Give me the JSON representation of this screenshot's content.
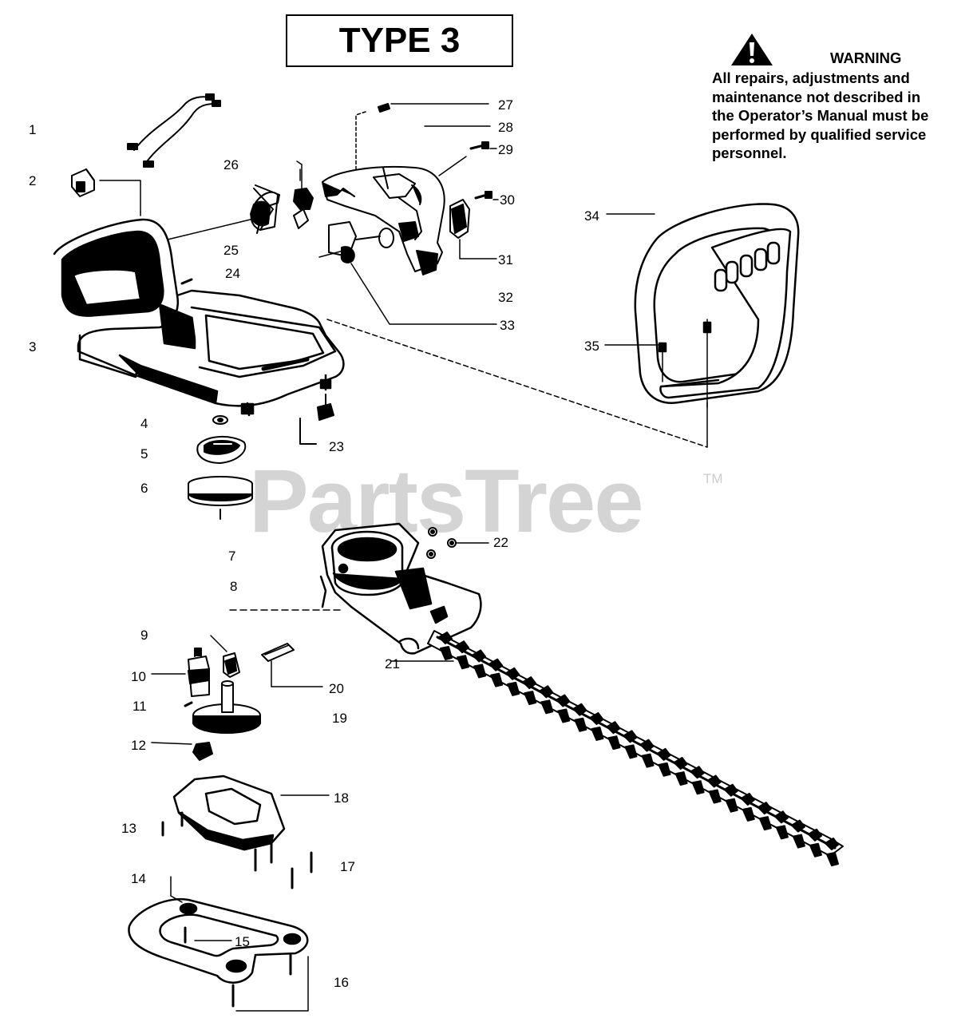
{
  "header": {
    "type_label": "TYPE 3"
  },
  "warning": {
    "icon": "warning-triangle-icon",
    "title": "WARNING",
    "lines": [
      "All repairs, adjustments and",
      "maintenance not described in",
      "the Operator’s Manual must be",
      "performed by qualified service",
      "personnel."
    ]
  },
  "watermark": {
    "text": "PartsTree",
    "trademark": "TM"
  },
  "callouts": {
    "n1": "1",
    "n2": "2",
    "n3": "3",
    "n4": "4",
    "n5": "5",
    "n6": "6",
    "n7": "7",
    "n8": "8",
    "n9": "9",
    "n10": "10",
    "n11": "11",
    "n12": "12",
    "n13": "13",
    "n14": "14",
    "n15": "15",
    "n16": "16",
    "n17": "17",
    "n18": "18",
    "n19": "19",
    "n20": "20",
    "n21": "21",
    "n22": "22",
    "n23": "23",
    "n24": "24",
    "n25": "25",
    "n26": "26",
    "n27": "27",
    "n28": "28",
    "n29": "29",
    "n30": "30",
    "n31": "31",
    "n32": "32",
    "n33": "33",
    "n34": "34",
    "n35": "35"
  },
  "colors": {
    "line": "#000000",
    "watermark": "#d4d4d4",
    "background": "#ffffff"
  }
}
